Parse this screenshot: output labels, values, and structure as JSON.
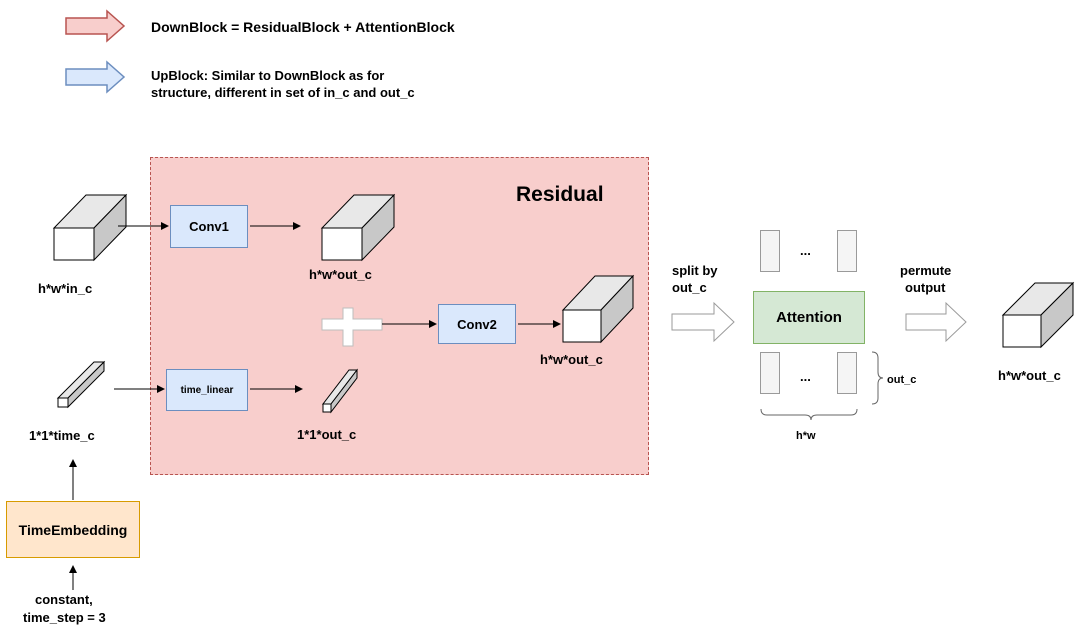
{
  "legend": {
    "down_text": "DownBlock = ResidualBlock + AttentionBlock",
    "up_line1": "UpBlock: Similar to DownBlock as for",
    "up_line2": "structure,  different in set of in_c and out_c",
    "down_color": "#e06666",
    "up_color": "#7ea6e0"
  },
  "residual": {
    "title": "Residual",
    "fill_color": "#f8cecc",
    "conv1": "Conv1",
    "conv2": "Conv2",
    "time_linear": "time_linear",
    "label_conv1_out": "h*w*out_c",
    "label_conv2_out": "h*w*out_c",
    "label_time_out": "1*1*out_c"
  },
  "inputs": {
    "input_label": "h*w*in_c",
    "time_label": "1*1*time_c",
    "time_embedding": "TimeEmbedding",
    "constant_line1": "constant,",
    "constant_line2": "time_step = 3"
  },
  "attention": {
    "split_line1": "split by",
    "split_line2": "out_c",
    "box_label": "Attention",
    "ellipsis_top": "...",
    "ellipsis_bottom": "...",
    "out_c_label": "out_c",
    "hw_label": "h*w",
    "permute_line1": "permute",
    "permute_line2": "output",
    "output_label": "h*w*out_c"
  }
}
